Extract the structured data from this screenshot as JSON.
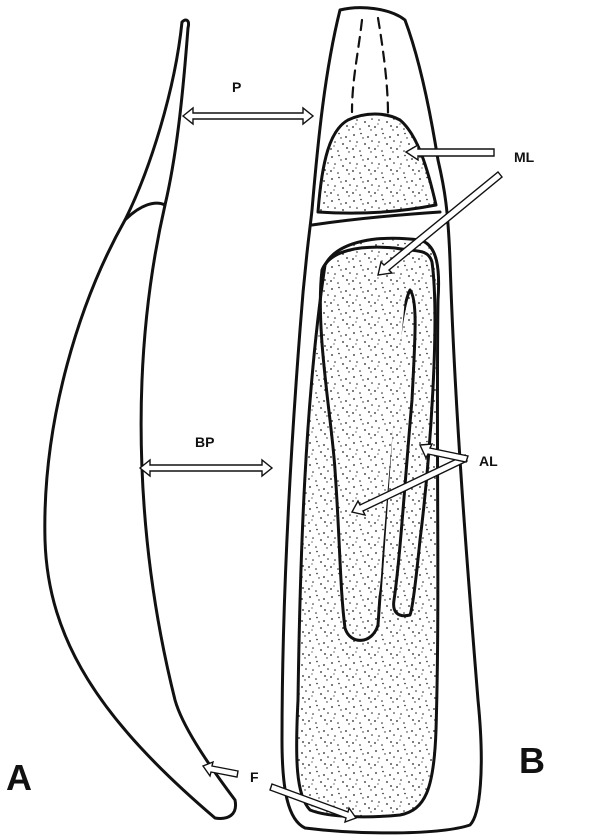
{
  "figure": {
    "panel_labels": {
      "left": "A",
      "right": "B"
    },
    "callouts": {
      "p": "P",
      "bp": "BP",
      "ml": "ML",
      "al": "AL",
      "f": "F"
    }
  }
}
